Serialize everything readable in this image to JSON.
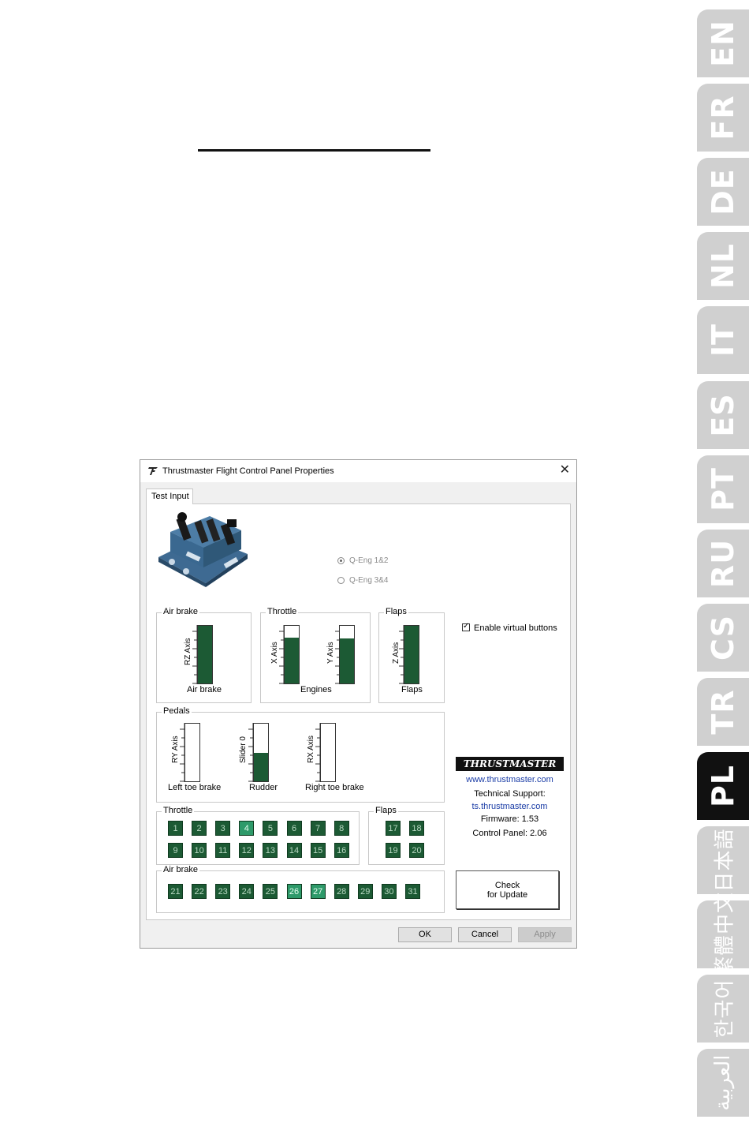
{
  "languages": [
    {
      "code": "EN",
      "active": false
    },
    {
      "code": "FR",
      "active": false
    },
    {
      "code": "DE",
      "active": false
    },
    {
      "code": "NL",
      "active": false
    },
    {
      "code": "IT",
      "active": false
    },
    {
      "code": "ES",
      "active": false
    },
    {
      "code": "PT",
      "active": false
    },
    {
      "code": "RU",
      "active": false
    },
    {
      "code": "CS",
      "active": false
    },
    {
      "code": "TR",
      "active": false
    },
    {
      "code": "PL",
      "active": true
    },
    {
      "code": "日本語",
      "active": false
    },
    {
      "code": "繁體中文",
      "active": false
    },
    {
      "code": "한국어",
      "active": false
    },
    {
      "code": "العربية",
      "active": false
    }
  ],
  "dialog": {
    "title": "Thrustmaster Flight Control Panel Properties",
    "close_icon": "close-icon",
    "tab": "Test Input",
    "radios": [
      {
        "label": "Q-Eng 1&2",
        "selected": true
      },
      {
        "label": "Q-Eng 3&4",
        "selected": false
      }
    ],
    "air_brake": {
      "title": "Air brake",
      "axis": "RZ Axis",
      "axis_level": 1.0,
      "caption": "Air brake"
    },
    "throttle": {
      "title": "Throttle",
      "x_axis": "X Axis",
      "x_level": 0.8,
      "y_axis": "Y Axis",
      "y_level": 0.78,
      "caption": "Engines"
    },
    "flaps": {
      "title": "Flaps",
      "axis": "Z Axis",
      "axis_level": 1.0,
      "caption": "Flaps"
    },
    "pedals": {
      "title": "Pedals",
      "ry": {
        "axis": "RY Axis",
        "level": 0.0,
        "caption": "Left toe brake"
      },
      "slider": {
        "axis": "Slider 0",
        "level": 0.5,
        "caption": "Rudder"
      },
      "rx": {
        "axis": "RX Axis",
        "level": 0.0,
        "caption": "Right toe brake"
      }
    },
    "enable_virtual": {
      "label": "Enable virtual buttons",
      "checked": true
    },
    "throttle_buttons": {
      "title": "Throttle",
      "items": [
        "1",
        "2",
        "3",
        "4",
        "5",
        "6",
        "7",
        "8",
        "9",
        "10",
        "11",
        "12",
        "13",
        "14",
        "15",
        "16"
      ],
      "pressed": [
        "4"
      ]
    },
    "flaps_buttons": {
      "title": "Flaps",
      "items": [
        "17",
        "18",
        "19",
        "20"
      ],
      "pressed": []
    },
    "airbrake_buttons": {
      "title": "Air brake",
      "items": [
        "21",
        "22",
        "23",
        "24",
        "25",
        "26",
        "27",
        "28",
        "29",
        "30",
        "31"
      ],
      "pressed": [
        "26",
        "27"
      ]
    },
    "brand": "THRUSTMASTER",
    "website": "www.thrustmaster.com",
    "support_label": "Technical Support:",
    "support_url": "ts.thrustmaster.com",
    "firmware": "Firmware:  1.53",
    "control_panel": "Control Panel: 2.06",
    "check_update_line1": "Check",
    "check_update_line2": "for Update",
    "ok": "OK",
    "cancel": "Cancel",
    "apply": "Apply",
    "colors": {
      "fill": "#1c5a34",
      "pressed": "#2e9a6a",
      "active_tab": "#111111",
      "inactive_tab": "#d0d0d0"
    }
  }
}
